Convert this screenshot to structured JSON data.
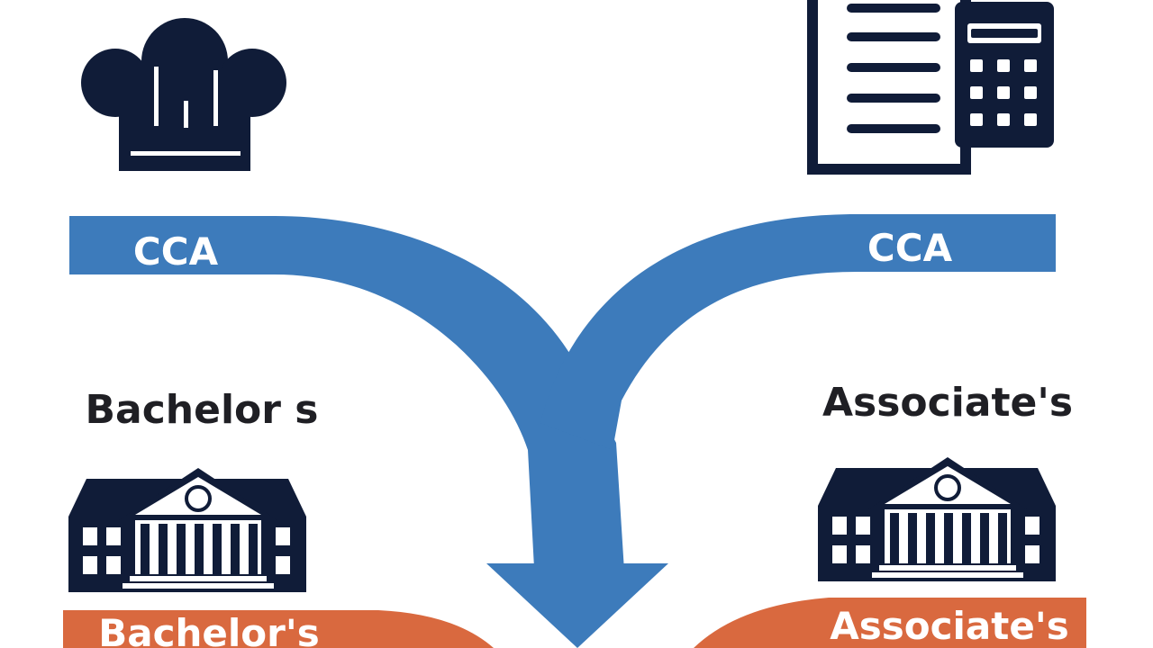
{
  "paths": {
    "left_label": "CCA",
    "right_label": "CCA"
  },
  "degrees": {
    "left_heading": "Bachelor s",
    "right_heading": "Associate's",
    "left_banner": "Bachelor's",
    "right_banner": "Associate's"
  },
  "icons": {
    "top_left": "chef-hat-icon",
    "top_right": "document-calculator-icon",
    "bottom_left": "university-building-icon",
    "bottom_right": "university-building-icon"
  },
  "colors": {
    "path_blue": "#3d7bbb",
    "icon_navy": "#101c38",
    "banner_orange": "#d9693f",
    "text_dark": "#1f1f24",
    "white": "#ffffff"
  }
}
